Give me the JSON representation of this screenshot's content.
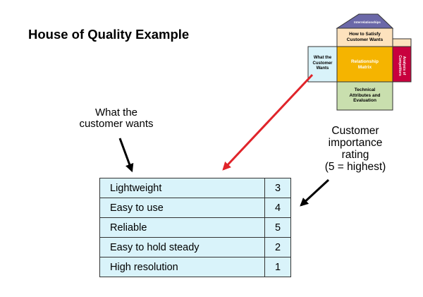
{
  "title": "House of Quality Example",
  "annotations": {
    "customer_wants": [
      "What the",
      "customer wants"
    ],
    "importance_rating": [
      "Customer",
      "importance",
      "rating",
      "(5 = highest)"
    ]
  },
  "house": {
    "roof": "Interrelationships",
    "how": [
      "How to Satisfy",
      "Customer Wants"
    ],
    "what": [
      "What the",
      "Customer",
      "Wants"
    ],
    "matrix": [
      "Relationship",
      "Matrix"
    ],
    "competitors": [
      "Analysis of",
      "Competitors"
    ],
    "technical": [
      "Technical",
      "Attributes and",
      "Evaluation"
    ]
  },
  "table": {
    "rows": [
      {
        "need": "Lightweight",
        "rating": "3"
      },
      {
        "need": "Easy to use",
        "rating": "4"
      },
      {
        "need": "Reliable",
        "rating": "5"
      },
      {
        "need": "Easy to hold steady",
        "rating": "2"
      },
      {
        "need": "High resolution",
        "rating": "1"
      }
    ]
  },
  "colors": {
    "roof": "#6b68a8",
    "how": "#fde2bd",
    "what": "#d9f3fa",
    "matrix": "#f5b400",
    "competitors": "#c8003e",
    "technical": "#c9dfae",
    "red_arrow": "#e0242a"
  }
}
